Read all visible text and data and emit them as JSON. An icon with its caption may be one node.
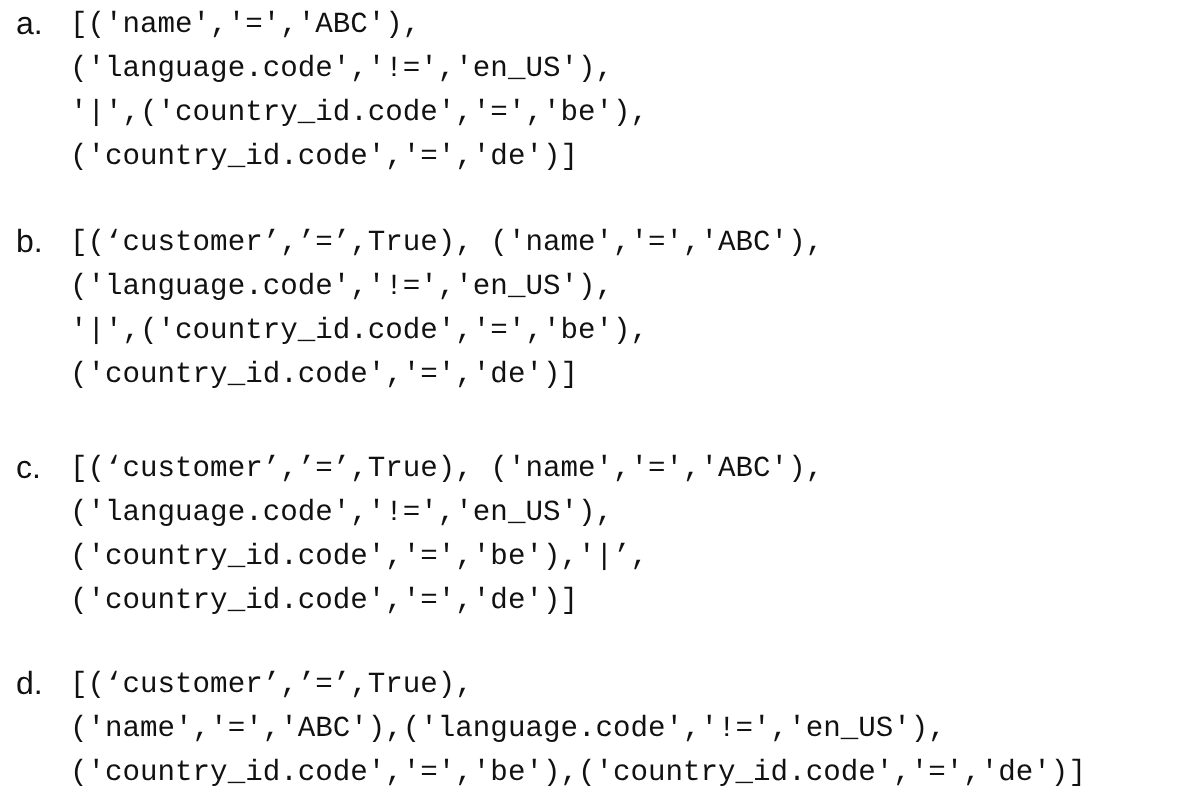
{
  "diagram": {
    "labels": [
      "a.",
      "[('name','=','ABC'),",
      "('language.code','!=','en_US'),",
      "'|',('country_id.code','=','be'),",
      "('country_id.code','=','de')]",
      "b.",
      "[(‘customer’,’=’,True), ('name','=','ABC'),",
      "('language.code','!=','en_US'),",
      "'|',('country_id.code','=','be'),",
      "('country_id.code','=','de')]",
      "c.",
      "[(‘customer’,’=’,True), ('name','=','ABC'),",
      "('language.code','!=','en_US'),",
      "('country_id.code','=','be'),'|’,",
      "('country_id.code','=','de')]",
      "d.",
      "[(‘customer’,’=’,True),",
      "('name','=','ABC'),('language.code','!=','en_US'),",
      "('country_id.code','=','be'),('country_id.code','=','de')]"
    ]
  }
}
